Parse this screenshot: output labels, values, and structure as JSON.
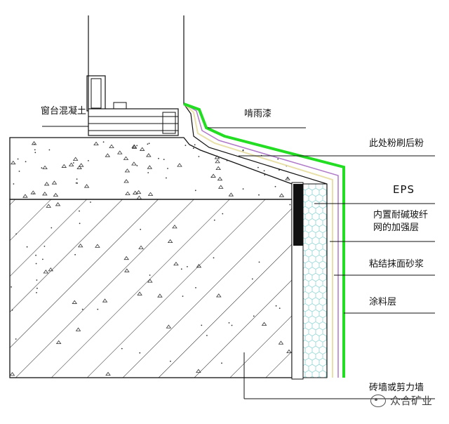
{
  "labels": {
    "window_sill_concrete": "窗台混凝土",
    "drip_edge": "啃雨漆",
    "post_plaster_here": "此处粉刷后粉",
    "eps": "EPS",
    "mesh_line1": "内置耐碱玻纤",
    "mesh_line2": "网的加强层",
    "bonding_mortar": "粘结抹面砂浆",
    "coating_layer": "涂料层",
    "wall": "砖墙或剪力墙"
  },
  "watermark": {
    "text": "众合矿业",
    "icon": "wechat-icon"
  },
  "colors": {
    "coating_green": "#22dd22",
    "mesh_purple": "#b07ac8",
    "bonding_yellow": "#e8e0a8",
    "eps_cell": "#8fd3d3",
    "line": "#111111",
    "label": "#111111"
  }
}
